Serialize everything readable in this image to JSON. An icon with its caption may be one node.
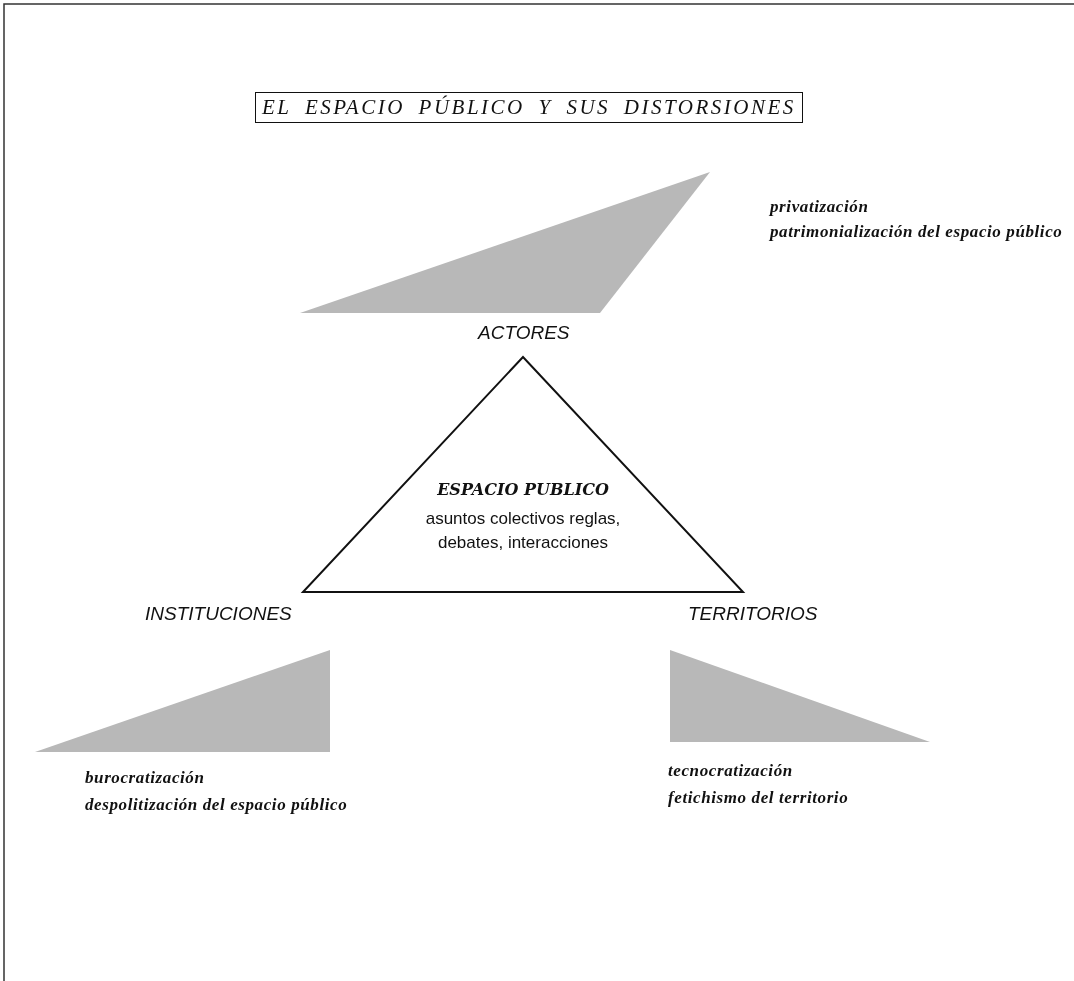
{
  "diagram": {
    "title": "EL ESPACIO PÚBLICO Y SUS DISTORSIONES",
    "nodes": [
      {
        "text": [],
        "shape": "triangle"
      },
      {
        "text": [
          "ESPACIO PUBLICO",
          "asuntos colectivos reglas, debates, interacciones"
        ]
      },
      {
        "text": [],
        "shape": "triangle"
      },
      {
        "text": [],
        "shape": "triangle"
      }
    ],
    "labels": [
      "privatización",
      "patrimonialización del espacio público",
      "ACTORES",
      "INSTITUCIONES",
      "TERRITORIOS",
      "burocratización",
      "despolitización del espacio público",
      "tecnocratización",
      "fetichismo del territorio"
    ]
  }
}
